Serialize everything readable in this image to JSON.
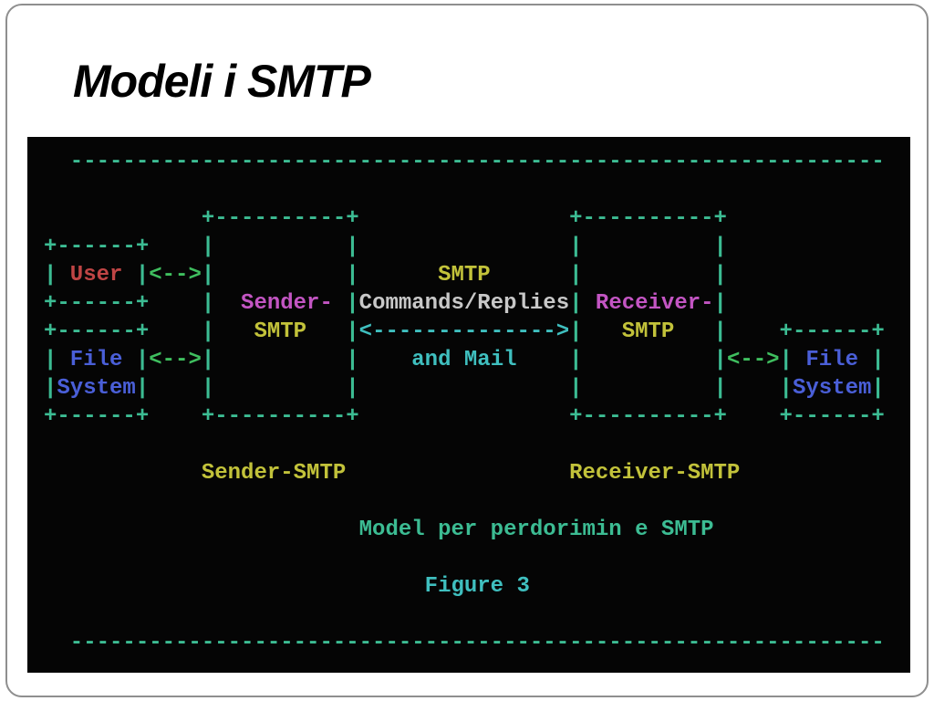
{
  "slide": {
    "title": "Modeli i SMTP"
  },
  "palette": {
    "teal": "#3cbc93",
    "cyan": "#3fbfbf",
    "green": "#3fbf5f",
    "red": "#c04545",
    "magenta": "#c355c3",
    "yellow": "#c2c23a",
    "blue": "#4a5fd8",
    "white": "#c8c8c8"
  },
  "terminal": {
    "background": "#050505",
    "lines": [
      [
        [
          "teal",
          "  --------------------------------------------------------------"
        ]
      ],
      [],
      [
        [
          "teal",
          "            +----------+                +----------+"
        ]
      ],
      [
        [
          "teal",
          "+------+    |          |                |          |"
        ]
      ],
      [
        [
          "teal",
          "|"
        ],
        [
          "red",
          " User "
        ],
        [
          "teal",
          "|"
        ],
        [
          "green",
          "<-->"
        ],
        [
          "teal",
          "|          |"
        ],
        [
          "yellow",
          "      SMTP      "
        ],
        [
          "teal",
          "|          |"
        ]
      ],
      [
        [
          "teal",
          "+------+    |"
        ],
        [
          "magenta",
          "  Sender- "
        ],
        [
          "teal",
          "|"
        ],
        [
          "white",
          "Commands/Replies"
        ],
        [
          "teal",
          "|"
        ],
        [
          "magenta",
          " Receiver-"
        ],
        [
          "teal",
          "|"
        ]
      ],
      [
        [
          "teal",
          "+------+    |"
        ],
        [
          "yellow",
          "   SMTP   "
        ],
        [
          "teal",
          "|"
        ],
        [
          "cyan",
          "<-------------->"
        ],
        [
          "teal",
          "|"
        ],
        [
          "yellow",
          "   SMTP   "
        ],
        [
          "teal",
          "|    +------+"
        ]
      ],
      [
        [
          "teal",
          "|"
        ],
        [
          "blue",
          " File "
        ],
        [
          "teal",
          "|"
        ],
        [
          "green",
          "<-->"
        ],
        [
          "teal",
          "|          |"
        ],
        [
          "cyan",
          "    and Mail    "
        ],
        [
          "teal",
          "|          |"
        ],
        [
          "green",
          "<-->"
        ],
        [
          "teal",
          "|"
        ],
        [
          "blue",
          " File "
        ],
        [
          "teal",
          "|"
        ]
      ],
      [
        [
          "teal",
          "|"
        ],
        [
          "blue",
          "System"
        ],
        [
          "teal",
          "|    |          |                |          |    |"
        ],
        [
          "blue",
          "System"
        ],
        [
          "teal",
          "|"
        ]
      ],
      [
        [
          "teal",
          "+------+    +----------+                +----------+    +------+"
        ]
      ],
      [],
      [
        [
          "yellow",
          "            Sender-SMTP                 Receiver-SMTP"
        ]
      ],
      [],
      [
        [
          "teal",
          "                        Model per perdorimin e SMTP"
        ]
      ],
      [],
      [
        [
          "cyan",
          "                             Figure 3"
        ]
      ],
      [],
      [
        [
          "teal",
          "  --------------------------------------------------------------"
        ]
      ]
    ]
  }
}
